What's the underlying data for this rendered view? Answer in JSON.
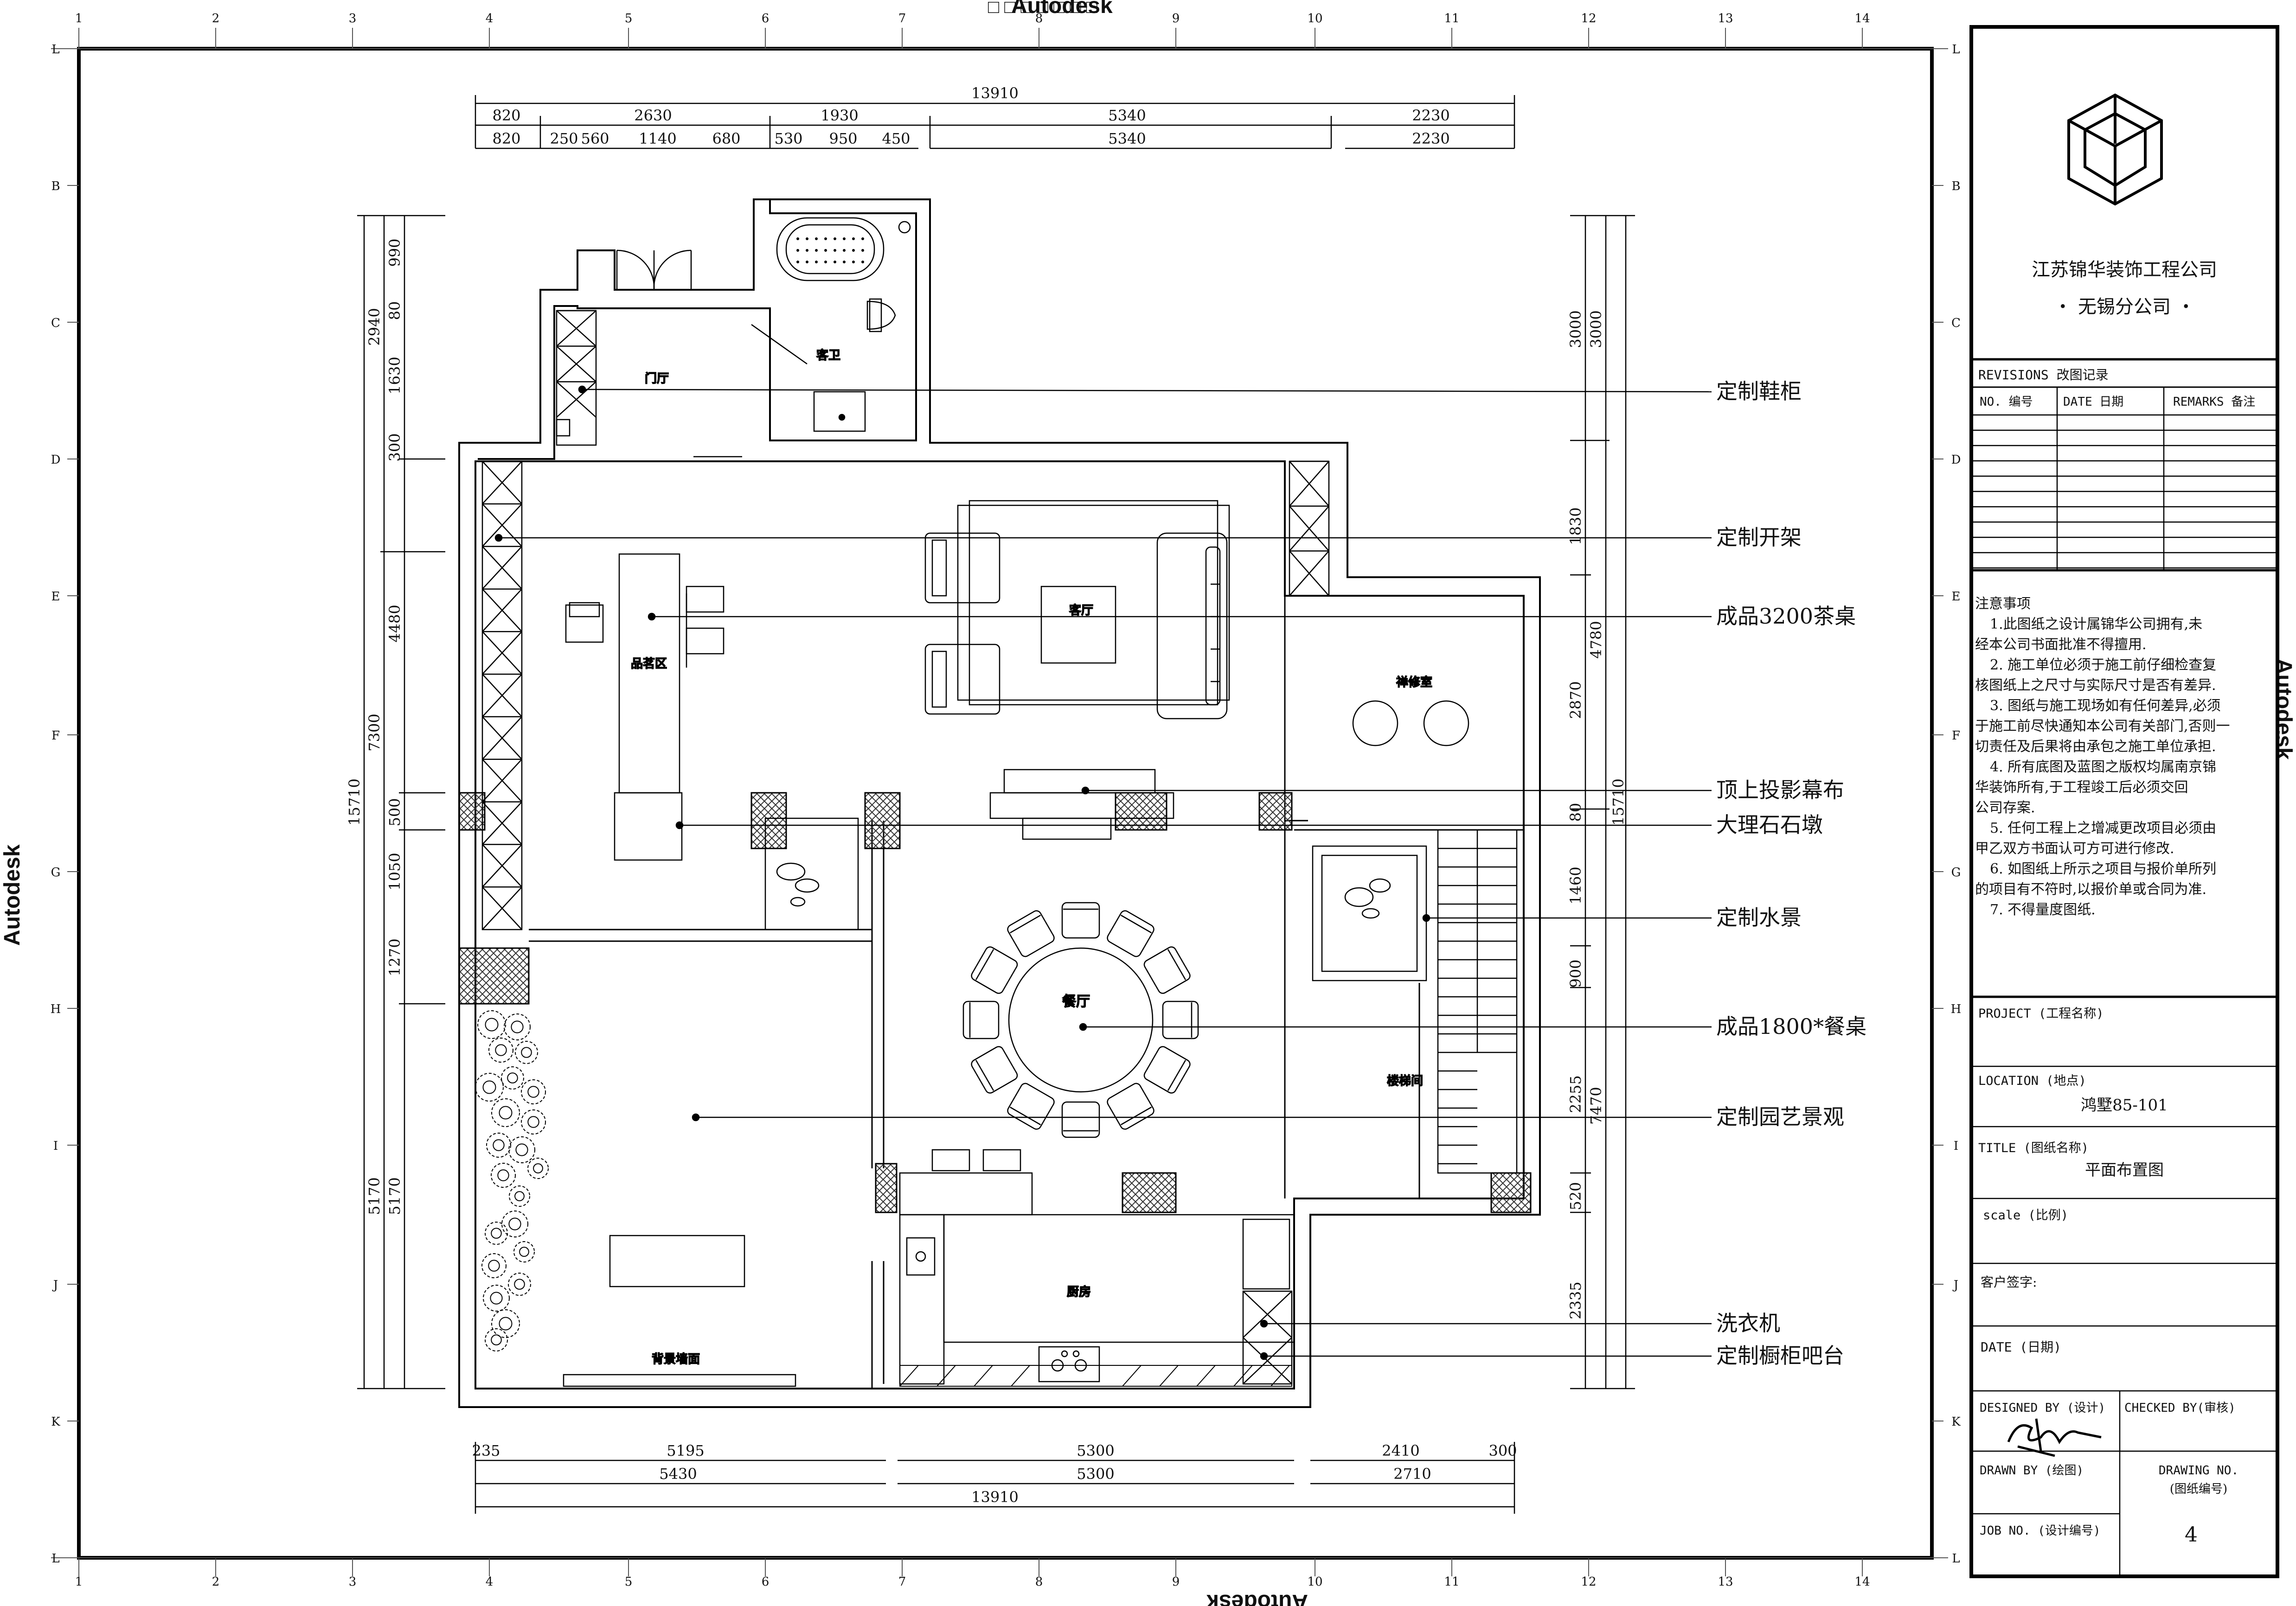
{
  "watermark": {
    "brand": "Autodesk",
    "boxes": "□ □ □ □ □ □ □"
  },
  "grid": {
    "columns": [
      "1",
      "2",
      "3",
      "4",
      "5",
      "6",
      "7",
      "8",
      "9",
      "10",
      "11",
      "12",
      "13",
      "14"
    ],
    "rows": [
      "L",
      "B",
      "C",
      "D",
      "E",
      "F",
      "G",
      "H",
      "I",
      "J",
      "K",
      "L"
    ]
  },
  "dims": {
    "top_total": "13910",
    "top_row1": [
      "820",
      "2630",
      "1930",
      "5340",
      "2230"
    ],
    "top_row2": [
      "820",
      "250",
      "560",
      "1140",
      "680",
      "530",
      "950",
      "450",
      "5340",
      "2230"
    ],
    "bottom_row1": [
      "235",
      "5195",
      "5300",
      "2410",
      "300"
    ],
    "bottom_row2": [
      "5430",
      "5300",
      "2710"
    ],
    "bottom_total": "13910",
    "left_outer": "15710",
    "left_mid": [
      "2940",
      "7300",
      "5170"
    ],
    "left_inner": [
      "990",
      "80",
      "1630",
      "300",
      "4480",
      "500",
      "1050",
      "1270",
      "5170"
    ],
    "right_outer": "15710",
    "right_mid": [
      "3000",
      "4780",
      "7470"
    ],
    "right_inner": [
      "3000",
      "1830",
      "2870",
      "80",
      "1460",
      "900",
      "2255",
      "520",
      "2335"
    ]
  },
  "rooms": {
    "foyer": "门厅",
    "guest_bath": "客卫",
    "living": "客厅",
    "tea": "品茗区",
    "zen": "禅修室",
    "dining": "餐厅",
    "stair": "楼梯间",
    "kitchen": "厨房",
    "wall": "背景墙面"
  },
  "callouts": [
    "定制鞋柜",
    "定制开架",
    "成品3200茶桌",
    "顶上投影幕布",
    "大理石石墩",
    "定制水景",
    "成品1800*餐桌",
    "定制园艺景观",
    "洗衣机",
    "定制橱柜吧台"
  ],
  "title_block": {
    "company": "江苏锦华装饰工程公司",
    "branch": "・ 无锡分公司 ・",
    "revisions_title": "REVISIONS 改图记录",
    "rev_headers": [
      "NO. 编号",
      "DATE 日期",
      "REMARKS 备注"
    ],
    "notes_title": "注意事项",
    "notes": [
      "1.此图纸之设计属锦华公司拥有,未",
      "经本公司书面批准不得擅用.",
      "2. 施工单位必须于施工前仔细检查复",
      "核图纸上之尺寸与实际尺寸是否有差异.",
      "3. 图纸与施工现场如有任何差异,必须",
      "于施工前尽快通知本公司有关部门,否则一",
      "切责任及后果将由承包之施工单位承担.",
      "4. 所有底图及蓝图之版权均属南京锦",
      "华装饰所有,于工程竣工后必须交回",
      "公司存案.",
      "5. 任何工程上之增减更改项目必须由",
      "甲乙双方书面认可方可进行修改.",
      "6. 如图纸上所示之项目与报价单所列",
      "的项目有不符时,以报价单或合同为准.",
      "7. 不得量度图纸."
    ],
    "project_label": "PROJECT (工程名称)",
    "location_label": "LOCATION (地点)",
    "location_value": "鸿墅85-101",
    "title_label": "TITLE (图纸名称)",
    "title_value": "平面布置图",
    "scale_label": "scale (比例)",
    "client_label": "客户签字:",
    "date_label": "DATE (日期)",
    "designed_label": "DESIGNED BY (设计)",
    "checked_label": "CHECKED BY(审核)",
    "drawn_label": "DRAWN BY (绘图)",
    "drawing_no_label": "DRAWING NO.",
    "drawing_no_label2": "(图纸编号)",
    "job_label": "JOB NO. (设计编号)",
    "drawing_no_value": "4"
  }
}
